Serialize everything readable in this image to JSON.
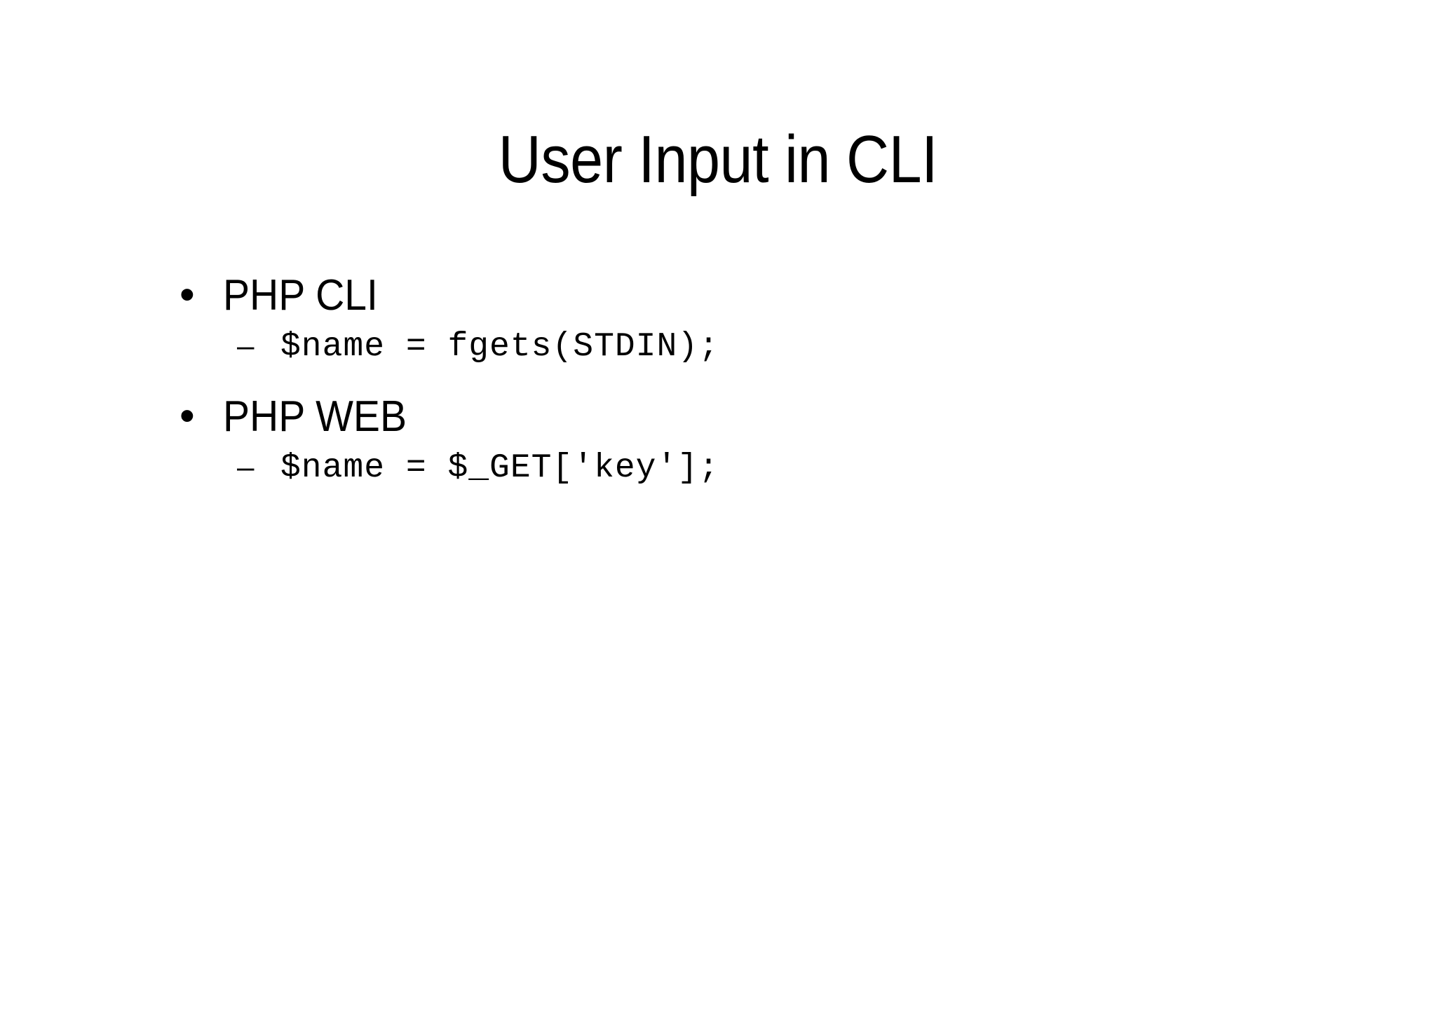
{
  "slide": {
    "title": "User Input in CLI",
    "background_color": "#ffffff",
    "text_color": "#000000",
    "bullet_glyph": "•",
    "dash_glyph": "–",
    "groups": [
      {
        "heading": "PHP CLI",
        "sub_items": [
          {
            "code": "$name = fgets(STDIN);"
          }
        ]
      },
      {
        "heading": "PHP WEB",
        "sub_items": [
          {
            "code": "$name = $_GET['key'];"
          }
        ]
      }
    ]
  }
}
